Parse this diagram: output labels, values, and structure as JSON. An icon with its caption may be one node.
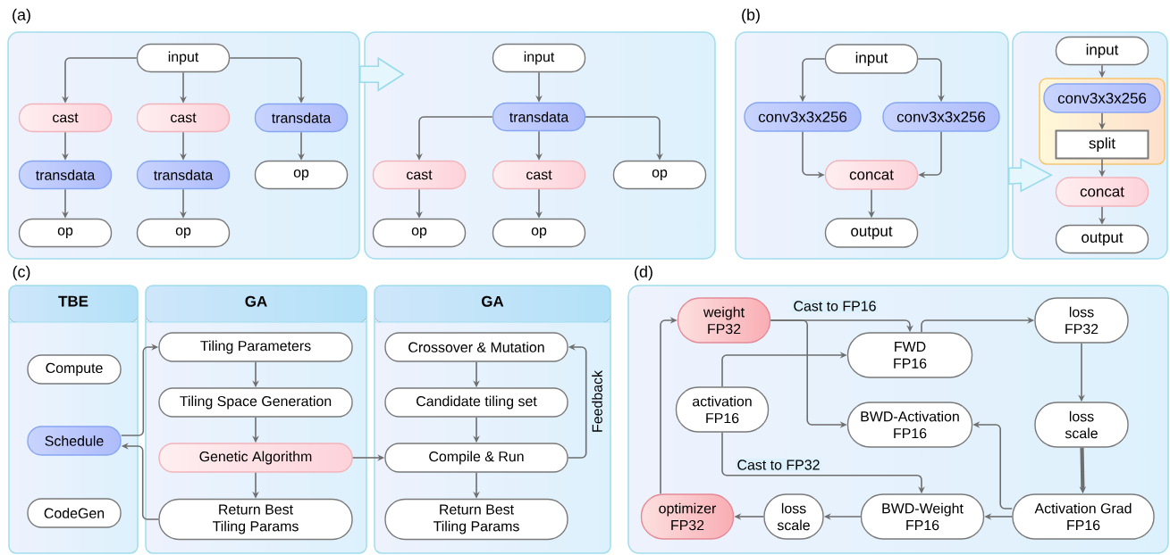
{
  "diagram": {
    "nodes": [
      {
        "text": [],
        "shape": "box"
      },
      {
        "text": [
          "input"
        ],
        "in": 0
      },
      {
        "text": [
          "cast"
        ],
        "in": 0
      },
      {
        "text": [
          "cast"
        ],
        "in": 0
      },
      {
        "text": [
          "transdata"
        ],
        "in": 0
      },
      {
        "text": [
          "transdata"
        ],
        "in": 0
      },
      {
        "text": [
          "transdata"
        ],
        "in": 0
      },
      {
        "text": [
          "op"
        ],
        "in": 0
      },
      {
        "text": [
          "op"
        ],
        "in": 0
      },
      {
        "text": [
          "op"
        ],
        "in": 0
      },
      {
        "text": [],
        "shape": "box"
      },
      {
        "text": [
          "input"
        ],
        "in": 10
      },
      {
        "text": [
          "transdata"
        ],
        "in": 10
      },
      {
        "text": [
          "cast"
        ],
        "in": 10
      },
      {
        "text": [
          "cast"
        ],
        "in": 10
      },
      {
        "text": [
          "op"
        ],
        "in": 10
      },
      {
        "text": [
          "op"
        ],
        "in": 10
      },
      {
        "text": [
          "op"
        ],
        "in": 10
      },
      {
        "text": [],
        "shape": "box"
      },
      {
        "text": [
          "input"
        ],
        "in": 18
      },
      {
        "text": [
          "conv3x3x256"
        ],
        "in": 18
      },
      {
        "text": [
          "conv3x3x256"
        ],
        "in": 18
      },
      {
        "text": [
          "concat"
        ],
        "in": 18
      },
      {
        "text": [
          "output"
        ],
        "in": 18
      },
      {
        "text": [],
        "shape": "box"
      },
      {
        "text": [
          "input"
        ],
        "in": 24
      },
      {
        "text": [],
        "shape": "box",
        "in": 24
      },
      {
        "text": [
          "conv3x3x256"
        ],
        "in": 26
      },
      {
        "text": [
          "split"
        ],
        "in": 26
      },
      {
        "text": [
          "concat"
        ],
        "in": 24
      },
      {
        "text": [
          "output"
        ],
        "in": 24
      },
      {
        "text": [
          "TBE"
        ]
      },
      {
        "text": [
          "Compute"
        ],
        "in": 31
      },
      {
        "text": [
          "Schedule"
        ],
        "in": 31
      },
      {
        "text": [
          "CodeGen"
        ],
        "in": 31
      },
      {
        "text": [
          "GA"
        ]
      },
      {
        "text": [
          "Tiling Parameters"
        ],
        "in": 35
      },
      {
        "text": [
          "Tiling Space Generation"
        ],
        "in": 35
      },
      {
        "text": [
          "Genetic Algorithm"
        ],
        "in": 35
      },
      {
        "text": [
          "Return Best Tiling Params"
        ],
        "in": 35
      },
      {
        "text": [
          "GA"
        ]
      },
      {
        "text": [
          "Crossover & Mutation"
        ],
        "in": 40
      },
      {
        "text": [
          "Candidate tiling set"
        ],
        "in": 40
      },
      {
        "text": [
          "Compile & Run"
        ],
        "in": 40
      },
      {
        "text": [
          "Return Best Tiling Params"
        ],
        "in": 40
      },
      {
        "text": [],
        "shape": "box"
      },
      {
        "text": [
          "weight FP32"
        ],
        "in": 45
      },
      {
        "text": [
          "FWD FP16"
        ],
        "in": 45
      },
      {
        "text": [
          "loss FP32"
        ],
        "in": 45
      },
      {
        "text": [
          "activation FP16"
        ],
        "in": 45
      },
      {
        "text": [
          "BWD-Activation FP16"
        ],
        "in": 45
      },
      {
        "text": [
          "loss scale"
        ],
        "in": 45
      },
      {
        "text": [
          "optimizer FP32"
        ],
        "in": 45
      },
      {
        "text": [
          "loss scale"
        ],
        "in": 45
      },
      {
        "text": [
          "BWD-Weight FP16"
        ],
        "in": 45
      },
      {
        "text": [
          "Activation Grad FP16"
        ],
        "in": 45
      }
    ],
    "edges": [
      {
        "from": 1,
        "to": 2,
        "arrow": "to"
      },
      {
        "from": 1,
        "to": 3,
        "arrow": "to"
      },
      {
        "from": 1,
        "to": 4,
        "arrow": "to"
      },
      {
        "from": 2,
        "to": 5,
        "arrow": "to"
      },
      {
        "from": 3,
        "to": 6,
        "arrow": "to"
      },
      {
        "from": 4,
        "to": 7,
        "arrow": "to"
      },
      {
        "from": 5,
        "to": 8,
        "arrow": "to"
      },
      {
        "from": 6,
        "to": 9,
        "arrow": "to"
      },
      {
        "from": 0,
        "to": 10,
        "arrow": "to",
        "style": "thick",
        "color": "#96dbec"
      },
      {
        "from": 11,
        "to": 12,
        "arrow": "to"
      },
      {
        "from": 12,
        "to": 13,
        "arrow": "to"
      },
      {
        "from": 12,
        "to": 14,
        "arrow": "to"
      },
      {
        "from": 12,
        "to": 15,
        "arrow": "to"
      },
      {
        "from": 13,
        "to": 16,
        "arrow": "to"
      },
      {
        "from": 14,
        "to": 17,
        "arrow": "to"
      },
      {
        "from": 19,
        "to": 20,
        "arrow": "to"
      },
      {
        "from": 19,
        "to": 21,
        "arrow": "to"
      },
      {
        "from": 20,
        "to": 22,
        "arrow": "to"
      },
      {
        "from": 21,
        "to": 22,
        "arrow": "to"
      },
      {
        "from": 22,
        "to": 23,
        "arrow": "to"
      },
      {
        "from": 18,
        "to": 24,
        "arrow": "to",
        "style": "thick",
        "color": "#96dbec"
      },
      {
        "from": 25,
        "to": 26,
        "arrow": "to"
      },
      {
        "from": 27,
        "to": 28,
        "arrow": "to"
      },
      {
        "from": 28,
        "to": 29,
        "arrow": "to"
      },
      {
        "from": 29,
        "to": 30,
        "arrow": "to"
      },
      {
        "from": 33,
        "to": 36,
        "arrow": "to"
      },
      {
        "from": 36,
        "to": 37,
        "arrow": "to"
      },
      {
        "from": 37,
        "to": 38,
        "arrow": "to"
      },
      {
        "from": 38,
        "to": 39,
        "arrow": "to"
      },
      {
        "from": 39,
        "to": 33,
        "arrow": "to"
      },
      {
        "from": 38,
        "to": 43,
        "arrow": "to"
      },
      {
        "from": 41,
        "to": 42,
        "arrow": "to"
      },
      {
        "from": 42,
        "to": 43,
        "arrow": "to"
      },
      {
        "from": 43,
        "to": 44,
        "arrow": "to"
      },
      {
        "from": 43,
        "to": 41,
        "arrow": "to",
        "label": "Feedback"
      },
      {
        "from": 46,
        "to": 47,
        "arrow": "to",
        "label": "Cast to FP16"
      },
      {
        "from": 46,
        "to": 50,
        "arrow": "to"
      },
      {
        "from": 47,
        "to": 48,
        "arrow": "to"
      },
      {
        "from": 49,
        "to": 47,
        "arrow": "to"
      },
      {
        "from": 49,
        "to": 54,
        "arrow": "to",
        "label": "Cast to FP32"
      },
      {
        "from": 48,
        "to": 51,
        "arrow": "to"
      },
      {
        "from": 51,
        "to": 55,
        "arrow": "to",
        "style": "thick"
      },
      {
        "from": 55,
        "to": 50,
        "arrow": "to"
      },
      {
        "from": 55,
        "to": 54,
        "arrow": "to"
      },
      {
        "from": 54,
        "to": 53,
        "arrow": "to"
      },
      {
        "from": 53,
        "to": 52,
        "arrow": "to"
      },
      {
        "from": 52,
        "to": 46,
        "arrow": "to"
      }
    ],
    "labels": [
      "(a)",
      "(b)",
      "(c)",
      "(d)"
    ]
  }
}
